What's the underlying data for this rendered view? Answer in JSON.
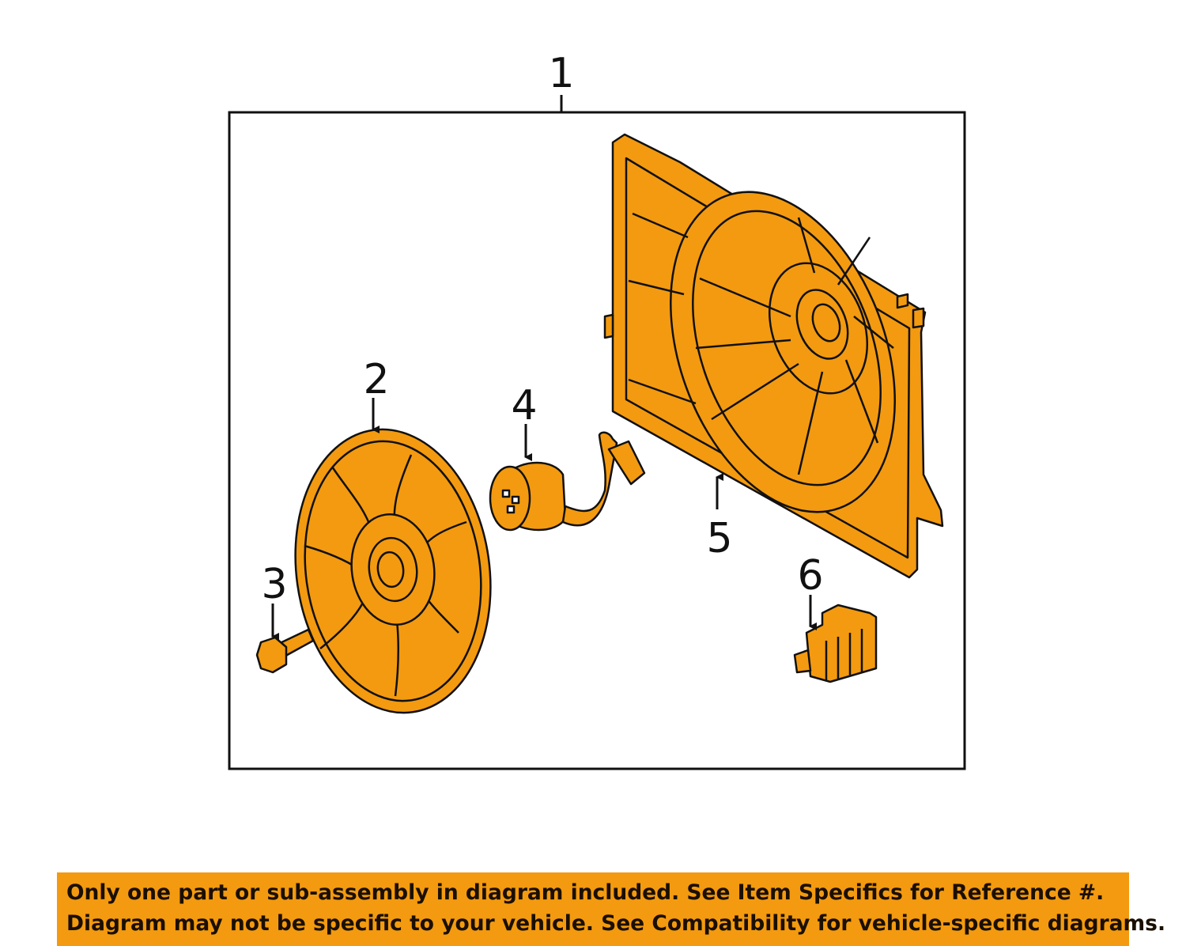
{
  "colors": {
    "part_fill": "#f39a10",
    "line": "#111111",
    "banner_bg": "#f39a10",
    "frame_bg": "#ffffff"
  },
  "callouts": {
    "assembly": "1",
    "fan_blade": "2",
    "bolt": "3",
    "motor": "4",
    "shroud": "5",
    "resistor": "6"
  },
  "notice": {
    "line1": "Only one part or sub-assembly in diagram included. See Item Specifics for Reference #.",
    "line2": "Diagram may not be specific to your vehicle. See Compatibility for vehicle-specific diagrams."
  }
}
